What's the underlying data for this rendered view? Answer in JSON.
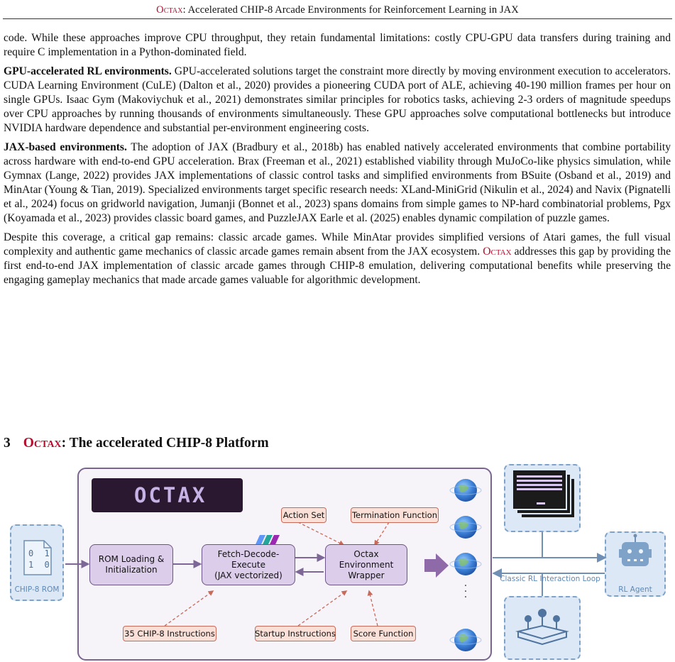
{
  "header": {
    "brand": "Octax",
    "rest": ": Accelerated CHIP-8 Arcade Environments for Reinforcement Learning in JAX"
  },
  "paragraphs": {
    "p1": "code. While these approaches improve CPU throughput, they retain fundamental limitations: costly CPU-GPU data transfers during training and require C implementation in a Python-dominated field.",
    "p2_head": "GPU-accelerated RL environments.",
    "p2": " GPU-accelerated solutions target the constraint more directly by moving environment execution to accelerators. CUDA Learning Environment (CuLE) (Dalton et al., 2020) provides a pioneering CUDA port of ALE, achieving 40-190 million frames per hour on single GPUs. Isaac Gym (Makoviychuk et al., 2021) demonstrates similar principles for robotics tasks, achieving 2-3 orders of magnitude speedups over CPU approaches by running thousands of environments simultaneously. These GPU approaches solve computational bottlenecks but introduce NVIDIA hardware dependence and substantial per-environment engineering costs.",
    "p3_head": "JAX-based environments.",
    "p3": " The adoption of JAX (Bradbury et al., 2018b) has enabled natively accelerated environments that combine portability across hardware with end-to-end GPU acceleration. Brax (Freeman et al., 2021) established viability through MuJoCo-like physics simulation, while Gymnax (Lange, 2022) provides JAX implementations of classic control tasks and simplified environments from BSuite (Osband et al., 2019) and MinAtar (Young & Tian, 2019). Specialized environments target specific research needs: XLand-MiniGrid (Nikulin et al., 2024) and Navix (Pignatelli et al., 2024) focus on gridworld navigation, Jumanji (Bonnet et al., 2023) spans domains from simple games to NP-hard combinatorial problems, Pgx (Koyamada et al., 2023) provides classic board games, and PuzzleJAX Earle et al. (2025) enables dynamic compilation of puzzle games.",
    "p4_a": "Despite this coverage, a critical gap remains: classic arcade games. While MinAtar provides simplified versions of Atari games, the full visual complexity and authentic game mechanics of classic arcade games remain absent from the JAX ecosystem. ",
    "p4_brand": "Octax",
    "p4_b": " addresses this gap by providing the first end-to-end JAX implementation of classic arcade games through CHIP-8 emulation, delivering computational benefits while preserving the engaging gameplay mechanics that made arcade games valuable for algorithmic development."
  },
  "section": {
    "number": "3",
    "brand": "Octax",
    "title": ": The accelerated CHIP-8 Platform"
  },
  "figure": {
    "logo_text": "OCTAX",
    "jax_mark": "JAX",
    "rom_bits_1": "0 1",
    "rom_bits_2": "1 0",
    "rom_label": "CHIP-8 ROM",
    "rom_loading": "ROM Loading &\nInitialization",
    "fde": "Fetch-Decode-Execute\n(JAX vectorized)",
    "wrapper": "Octax Environment\nWrapper",
    "action_set": "Action Set",
    "termination": "Termination Function",
    "instructions": "35 CHIP-8 Instructions",
    "startup": "Startup Instructions",
    "score": "Score Function",
    "loop_label": "Classic RL Interaction Loop",
    "agent_label": "RL Agent",
    "dots": "·\n·\n·",
    "colors": {
      "panel_border": "#7a6590",
      "process_fill": "#dccdea",
      "tag_fill": "#fbe0d8",
      "side_fill": "#dce8f5",
      "brand_red": "#b30f2e"
    }
  }
}
